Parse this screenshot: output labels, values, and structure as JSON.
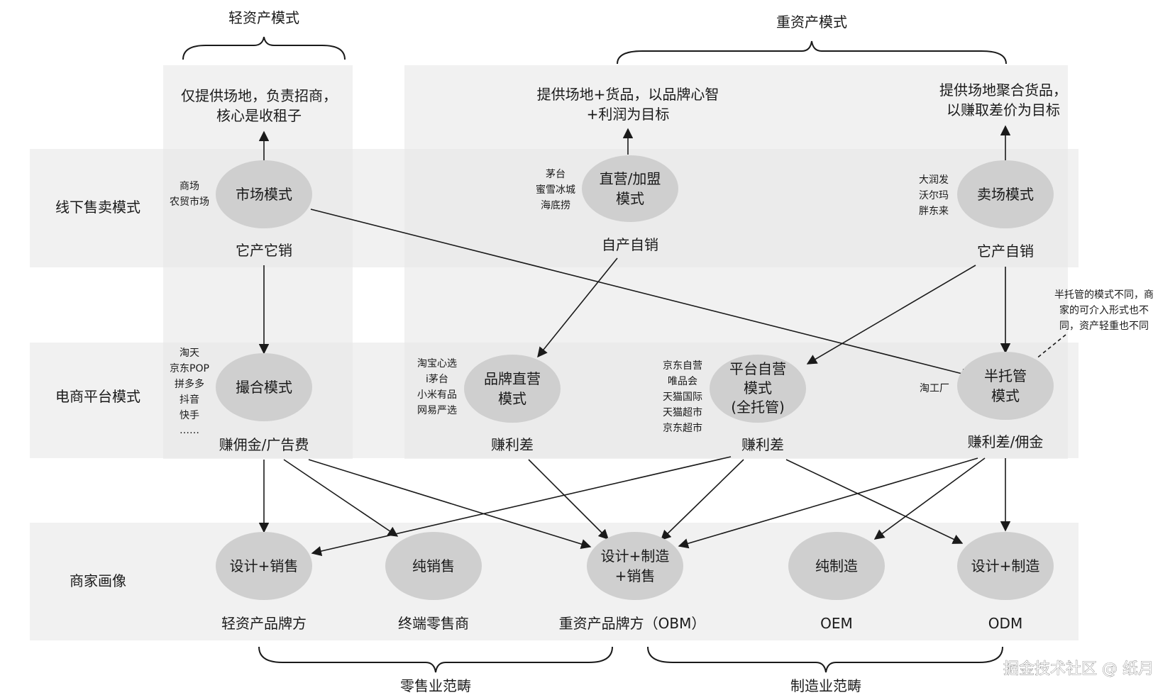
{
  "headers": {
    "light_asset": "轻资产模式",
    "heavy_asset": "重资产模式",
    "retail_scope": "零售业范畴",
    "manufacturing_scope": "制造业范畴"
  },
  "rows": {
    "offline": "线下售卖模式",
    "ecommerce": "电商平台模式",
    "merchant": "商家画像"
  },
  "goals": {
    "market": [
      "仅提供场地，负责招商，",
      "核心是收租子"
    ],
    "direct": [
      "提供场地+货品，以品牌心智",
      "+利润为目标"
    ],
    "store": [
      "提供场地聚合货品，",
      "以赚取差价为目标"
    ]
  },
  "nodes": {
    "market": {
      "lines": [
        "市场模式"
      ],
      "examples": [
        "商场",
        "农贸市场"
      ],
      "caption": "它产它销"
    },
    "direct": {
      "lines": [
        "直营/加盟",
        "模式"
      ],
      "examples": [
        "茅台",
        "蜜雪冰城",
        "海底捞"
      ],
      "caption": "自产自销"
    },
    "store": {
      "lines": [
        "卖场模式"
      ],
      "examples": [
        "大润发",
        "沃尔玛",
        "胖东来"
      ],
      "caption": "它产自销"
    },
    "match": {
      "lines": [
        "撮合模式"
      ],
      "examples": [
        "淘天",
        "京东POP",
        "拼多多",
        "抖音",
        "快手",
        "……"
      ],
      "caption": "赚佣金/广告费"
    },
    "brand": {
      "lines": [
        "品牌直营",
        "模式"
      ],
      "examples": [
        "淘宝心选",
        "i茅台",
        "小米有品",
        "网易严选"
      ],
      "caption": "赚利差"
    },
    "self": {
      "lines": [
        "平台自营",
        "模式",
        "(全托管)"
      ],
      "examples": [
        "京东自营",
        "唯品会",
        "天猫国际",
        "天猫超市",
        "京东超市"
      ],
      "caption": "赚利差"
    },
    "semi": {
      "lines": [
        "半托管",
        "模式"
      ],
      "examples": [
        "淘工厂"
      ],
      "caption": "赚利差/佣金"
    },
    "design_sell": {
      "lines": [
        "设计+销售"
      ],
      "caption": "轻资产品牌方"
    },
    "pure_sell": {
      "lines": [
        "纯销售"
      ],
      "caption": "终端零售商"
    },
    "design_make_sell": {
      "lines": [
        "设计+制造",
        "+销售"
      ],
      "caption": "重资产品牌方（OBM）"
    },
    "pure_make": {
      "lines": [
        "纯制造"
      ],
      "caption": "OEM"
    },
    "design_make": {
      "lines": [
        "设计+制造"
      ],
      "caption": "ODM"
    }
  },
  "note": [
    "半托管的模式不同，商",
    "家的可介入形式也不",
    "同，资产轻重也不同"
  ],
  "watermark": "掘金技术社区 @ 纸月"
}
